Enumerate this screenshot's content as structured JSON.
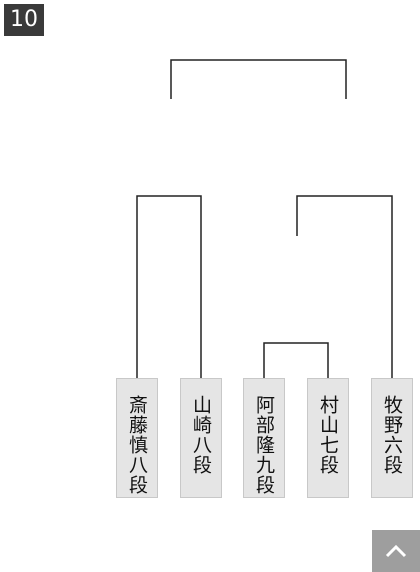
{
  "round_badge": "10",
  "players": [
    {
      "name": "斎藤慎八段"
    },
    {
      "name": "山崎八段"
    },
    {
      "name": "阿部隆九段"
    },
    {
      "name": "村山七段"
    },
    {
      "name": "牧野六段"
    }
  ],
  "icons": {
    "back_to_top": "chevron-up-icon"
  },
  "colors": {
    "badge_bg": "#3a3a3a",
    "player_bg": "#e5e5e5",
    "lines": "#222222",
    "top_button_bg": "#9e9e9e"
  }
}
